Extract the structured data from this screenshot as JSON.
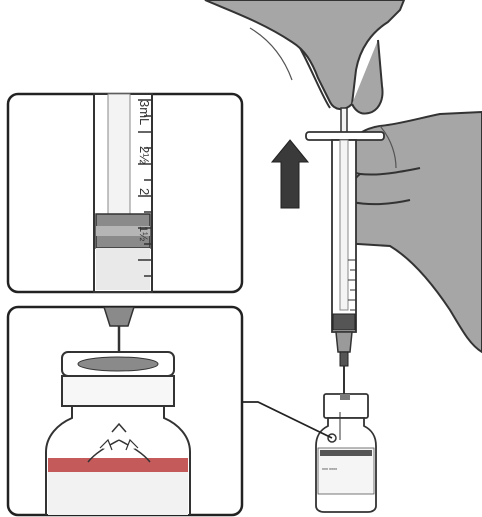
{
  "syringe_scale": {
    "labels": [
      "3mL",
      "2½",
      "2",
      "1½"
    ]
  },
  "vial_label": {
    "brand_text": "Ixxxxxxxxxx",
    "sub_text": "xxx xxxx"
  },
  "arrow": {
    "direction": "up",
    "meaning": "withdraw-plunger",
    "color": "#3a3a3a"
  },
  "colors": {
    "glove": "#a6a6a6",
    "glove_outline": "#333333",
    "panel_border": "#222222",
    "vial_band": "#c45a5a",
    "stopper": "#7a7a7a",
    "liquid": "#e9e9e9"
  }
}
